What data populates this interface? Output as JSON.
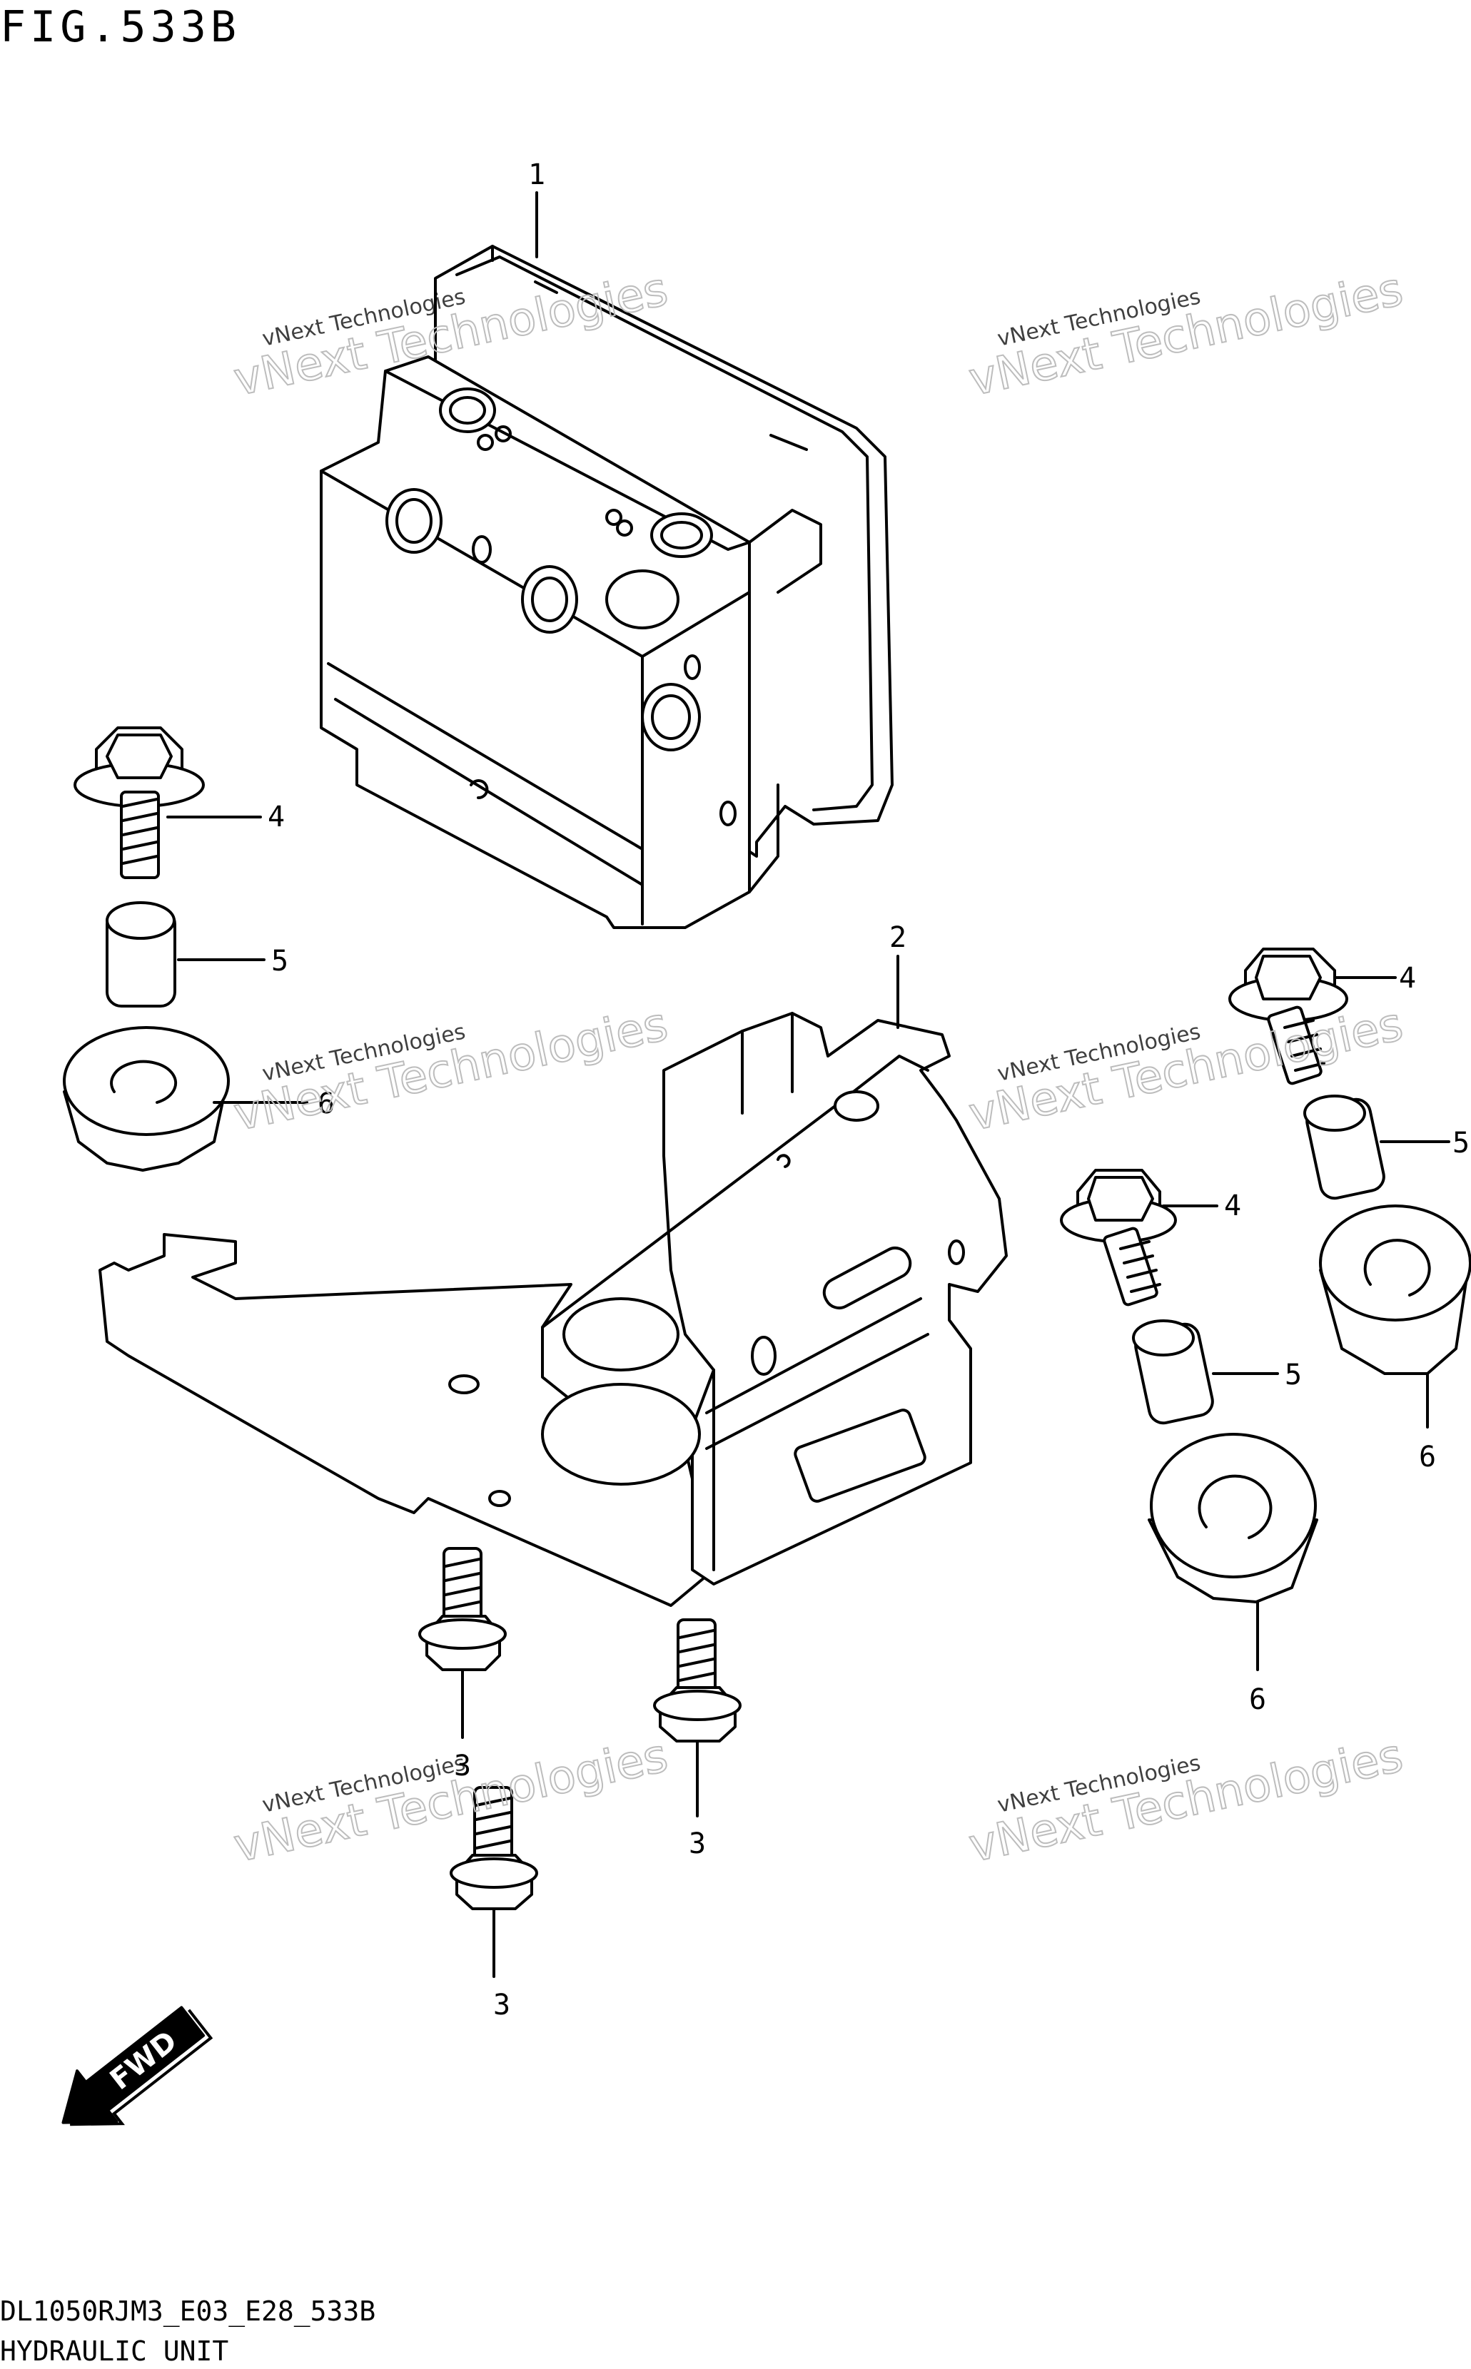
{
  "header": {
    "figure_title": "FIG.533B"
  },
  "footer": {
    "model_code": "DL1050RJM3_E03_E28_533B",
    "section_name": "HYDRAULIC UNIT"
  },
  "callouts": [
    "1",
    "2",
    "3",
    "3",
    "3",
    "4",
    "4",
    "4",
    "5",
    "5",
    "5",
    "6",
    "6",
    "6"
  ],
  "watermarks": [
    {
      "line1": "vNext Technologies",
      "line2": "vNext Technologies"
    },
    {
      "line1": "vNext Technologies",
      "line2": "vNext Technologies"
    },
    {
      "line1": "vNext Technologies",
      "line2": "vNext Technologies"
    },
    {
      "line1": "vNext Technologies",
      "line2": "vNext Technologies"
    },
    {
      "line1": "vNext Technologies",
      "line2": "vNext Technologies"
    },
    {
      "line1": "vNext Technologies",
      "line2": "vNext Technologies"
    }
  ],
  "direction_badge": {
    "text": "FWD",
    "icon": "forward-arrow-icon"
  },
  "colors": {
    "line": "#000000",
    "background": "#ffffff",
    "watermark": "#bdbdbd"
  }
}
